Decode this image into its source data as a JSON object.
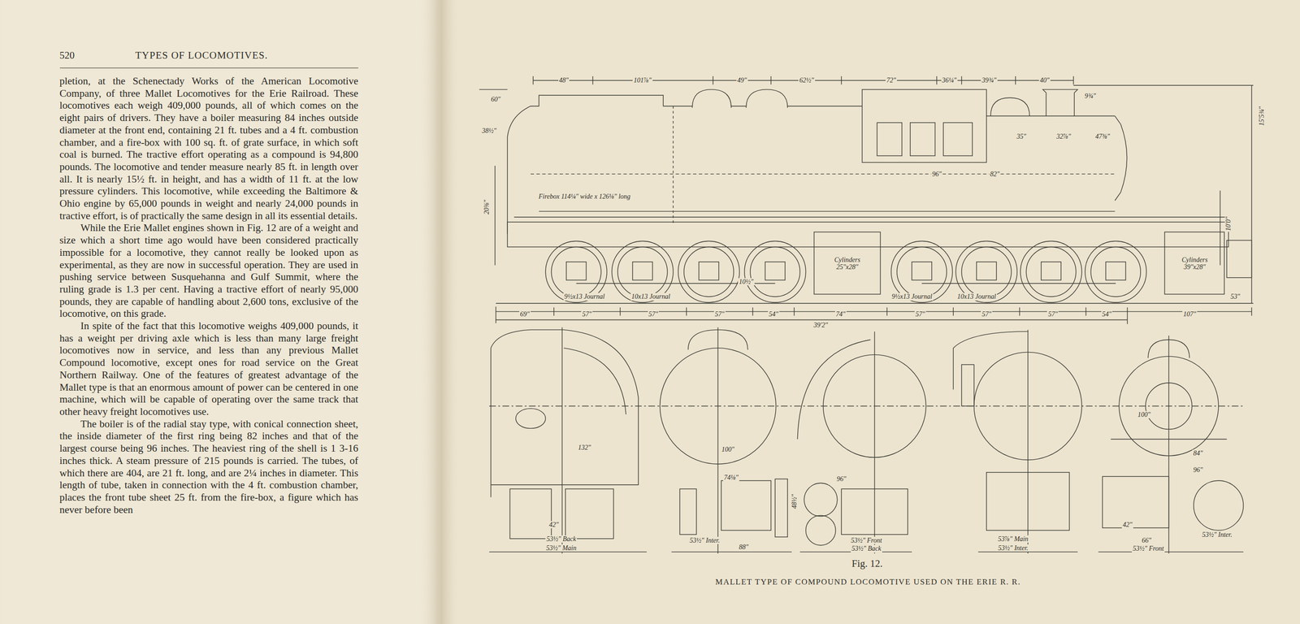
{
  "diagram": {
    "title": "TYPES OF LOCOMOTIVES.",
    "caption": "MALLET TYPE OF COMPOUND LOCOMOTIVE USED ON THE ERIE R. R.",
    "labels": [
      "520",
      "pletion, at the Schenectady Works of the American Locomotive Company, of three Mallet Locomotives for the Erie Railroad. These locomotives each weigh 409,000 pounds, all of which comes on the eight pairs of drivers. They have a boiler measuring 84 inches outside diameter at the front end, containing 21 ft. tubes and a 4 ft. combustion chamber, and a fire-box with 100 sq. ft. of grate surface, in which soft coal is burned. The tractive effort operating as a compound is 94,800 pounds. The locomotive and tender measure nearly 85 ft. in length over all. It is nearly 15½ ft. in height, and has a width of 11 ft. at the low pressure cylinders. This locomotive, while exceeding the Baltimore & Ohio engine by 65,000 pounds in weight and nearly 24,000 pounds in tractive effort, is of practically the same design in all its essential details.",
      "While the Erie Mallet engines shown in Fig. 12 are of a weight and size which a short time ago would have been considered practically impossible for a locomotive, they cannot really be looked upon as experimental, as they are now in successful operation. They are used in pushing service between Susquehanna and Gulf Summit, where the ruling grade is 1.3 per cent. Having a tractive effort of nearly 95,000 pounds, they are capable of handling about 2,600 tons, exclusive of the locomotive, on this grade.",
      "In spite of the fact that this locomotive weighs 409,000 pounds, it has a weight per driving axle which is less than many large freight locomotives now in service, and less than any previous Mallet Compound locomotive, except ones for road service on the Great Northern Railway. One of the features of greatest advantage of the Mallet type is that an enormous amount of power can be centered in one machine, which will be capable of operating over the same track that other heavy freight locomotives use.",
      "The boiler is of the radial stay type, with conical connection sheet, the inside diameter of the first ring being 82 inches and that of the largest course being 96 inches. The heaviest ring of the shell is 1 3-16 inches thick. A steam pressure of 215 pounds is carried. The tubes, of which there are 404, are 21 ft. long, and are 2¼ inches in diameter. This length of tube, taken in connection with the 4 ft. combustion chamber, places the front tube sheet 25 ft. from the fire-box, a figure which has never before been",
      "Fig. 12.",
      "48\"",
      "101⅞\"",
      "49\"",
      "62½\"",
      "72\"",
      "36¼\"",
      "39¾\"",
      "40\"",
      "60\"",
      "38½\"",
      "9¾\"",
      "15'5¾\"",
      "35\"",
      "32⅞\"",
      "47⅜\"",
      "96\"",
      "82\"",
      "Firebox 114¼\" wide x 126⅛\" long",
      "20⅜\"",
      "10'0\"",
      "Cylinders 25\"x28\"",
      "Cylinders 39\"x28\"",
      "9½x13 Journal",
      "10x13 Journal",
      "10½\"",
      "9½x13 Journal",
      "10x13 Journal",
      "53\"",
      "69\"",
      "57\"",
      "57\"",
      "57\"",
      "54\"",
      "74\"",
      "57\"",
      "57\"",
      "57\"",
      "54\"",
      "107\"",
      "39'2\"",
      "132\"",
      "100\"",
      "74⅛\"",
      "42\"",
      "53½\" Back",
      "53½\" Main",
      "48½\"",
      "53½\" Inter.",
      "88\"",
      "96\"",
      "53½\" Front",
      "53½\" Back",
      "53⅞\" Main",
      "53½\" Inter.",
      "100\"",
      "84\"",
      "96\"",
      "42\"",
      "53½\" Inter.",
      "66\"",
      "53½\" Front"
    ]
  }
}
